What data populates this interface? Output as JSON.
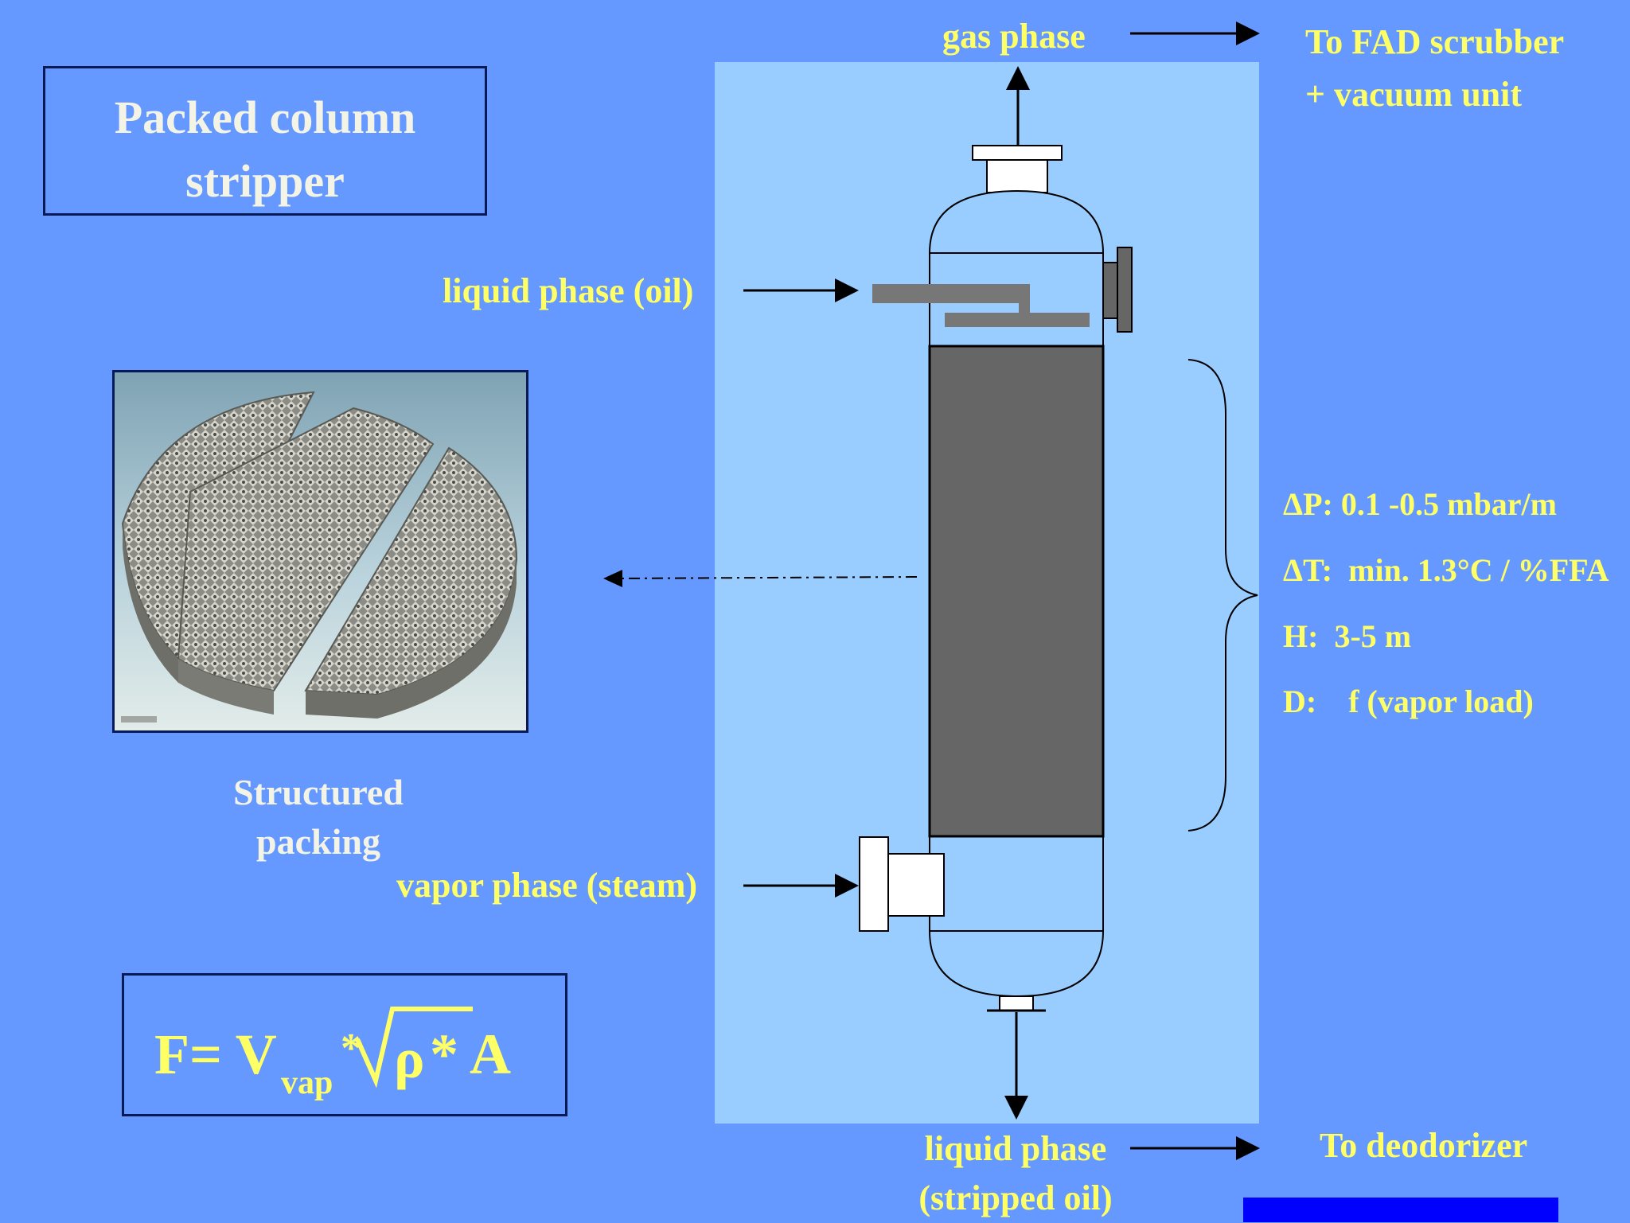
{
  "title": {
    "line1": "Packed column",
    "line2": "stripper"
  },
  "photo": {
    "caption_line1": "Structured",
    "caption_line2": "packing"
  },
  "formula": {
    "F": "F= V",
    "sub": "vap",
    "mid": "* ",
    "rho": "ρ",
    "end": "* A"
  },
  "column": {
    "gas_phase": "gas phase",
    "gas_destination_line1": "To FAD scrubber",
    "gas_destination_line2": "+ vacuum unit",
    "liquid_in": "liquid phase (oil)",
    "vapor_in": "vapor phase (steam)",
    "liquid_out_line1": "liquid phase",
    "liquid_out_line2": "(stripped oil)",
    "liquid_destination": "To deodorizer"
  },
  "parameters": [
    {
      "symbol": "ΔP",
      "text": ": 0.1 -0.5 mbar/m"
    },
    {
      "symbol": "ΔT",
      "text": ":  min. 1.3°C / %FFA"
    },
    {
      "symbol": "H",
      "text": ":  3-5 m"
    },
    {
      "symbol": "D",
      "text": ":    f (vapor load)"
    }
  ],
  "colors": {
    "background": "#6699ff",
    "panel": "#99ccff",
    "label_yellow": "#ffff66",
    "packing": "#666666",
    "accent_bar": "#0000ff"
  }
}
